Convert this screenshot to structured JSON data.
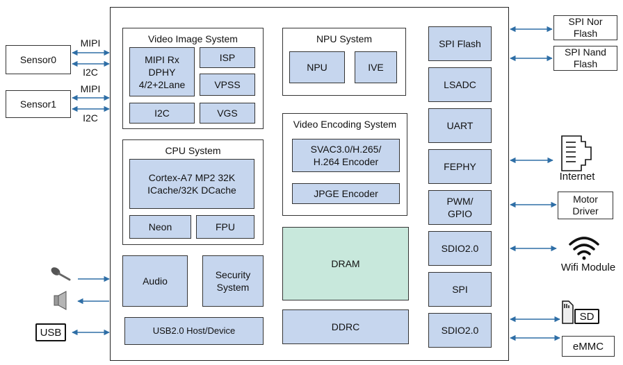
{
  "colors": {
    "block": "#c6d6ee",
    "dram": "#c8e8dc",
    "arrow": "#2e6ea6",
    "border": "#333333"
  },
  "external": {
    "sensor0": "Sensor0",
    "sensor1": "Sensor1",
    "mipi_label": "MIPI",
    "i2c_label": "I2C",
    "spi_nor_flash": "SPI Nor Flash",
    "spi_nand_flash": "SPI Nand Flash",
    "internet": "Internet",
    "motor_driver": "Motor Driver",
    "wifi_module": "Wifi Module",
    "sd": "SD",
    "emmc": "eMMC",
    "usb": "USB"
  },
  "video_image_system": {
    "title": "Video Image System",
    "mipi_rx": "MIPI Rx DPHY 4/2+2Lane",
    "isp": "ISP",
    "vpss": "VPSS",
    "i2c": "I2C",
    "vgs": "VGS"
  },
  "cpu_system": {
    "title": "CPU System",
    "cortex": "Cortex-A7 MP2 32K ICache/32K DCache",
    "neon": "Neon",
    "fpu": "FPU"
  },
  "npu_system": {
    "title": "NPU System",
    "npu": "NPU",
    "ive": "IVE"
  },
  "video_encoding_system": {
    "title": "Video Encoding System",
    "svac": "SVAC3.0/H.265/ H.264 Encoder",
    "jpge": "JPGE Encoder"
  },
  "blocks": {
    "audio": "Audio",
    "security": "Security System",
    "usb_host": "USB2.0 Host/Device",
    "dram": "DRAM",
    "ddrc": "DDRC"
  },
  "peripherals": [
    "SPI Flash",
    "LSADC",
    "UART",
    "FEPHY",
    "PWM/ GPIO",
    "SDIO2.0",
    "SPI",
    "SDIO2.0"
  ],
  "icons": [
    "microphone-icon",
    "speaker-icon",
    "ethernet-port-icon",
    "wifi-icon",
    "sd-card-icon"
  ]
}
